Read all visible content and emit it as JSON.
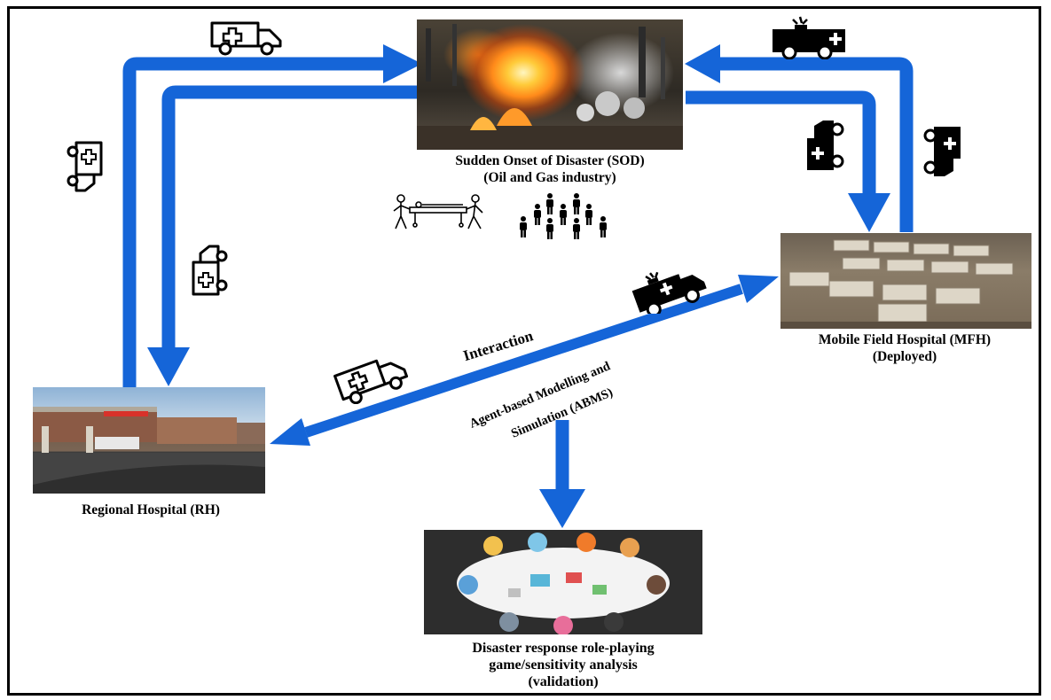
{
  "nodes": {
    "sod": {
      "line1": "Sudden Onset of Disaster (SOD)",
      "line2": "(Oil and Gas industry)"
    },
    "mfh": {
      "line1": "Mobile Field Hospital (MFH)",
      "line2": "(Deployed)"
    },
    "rh": {
      "line1": "Regional Hospital (RH)"
    },
    "game": {
      "line1": "Disaster response role-playing",
      "line2": "game/sensitivity analysis",
      "line3": "(validation)"
    }
  },
  "edges": {
    "interaction": "Interaction",
    "abms_line1": "Agent-based Modelling  and",
    "abms_line2": "Simulation (ABMS)"
  },
  "colors": {
    "arrow": "#1565d8",
    "frame": "#000000",
    "text": "#000000"
  },
  "icons": [
    "ambulance-icon",
    "stretcher-icon",
    "crowd-icon"
  ]
}
